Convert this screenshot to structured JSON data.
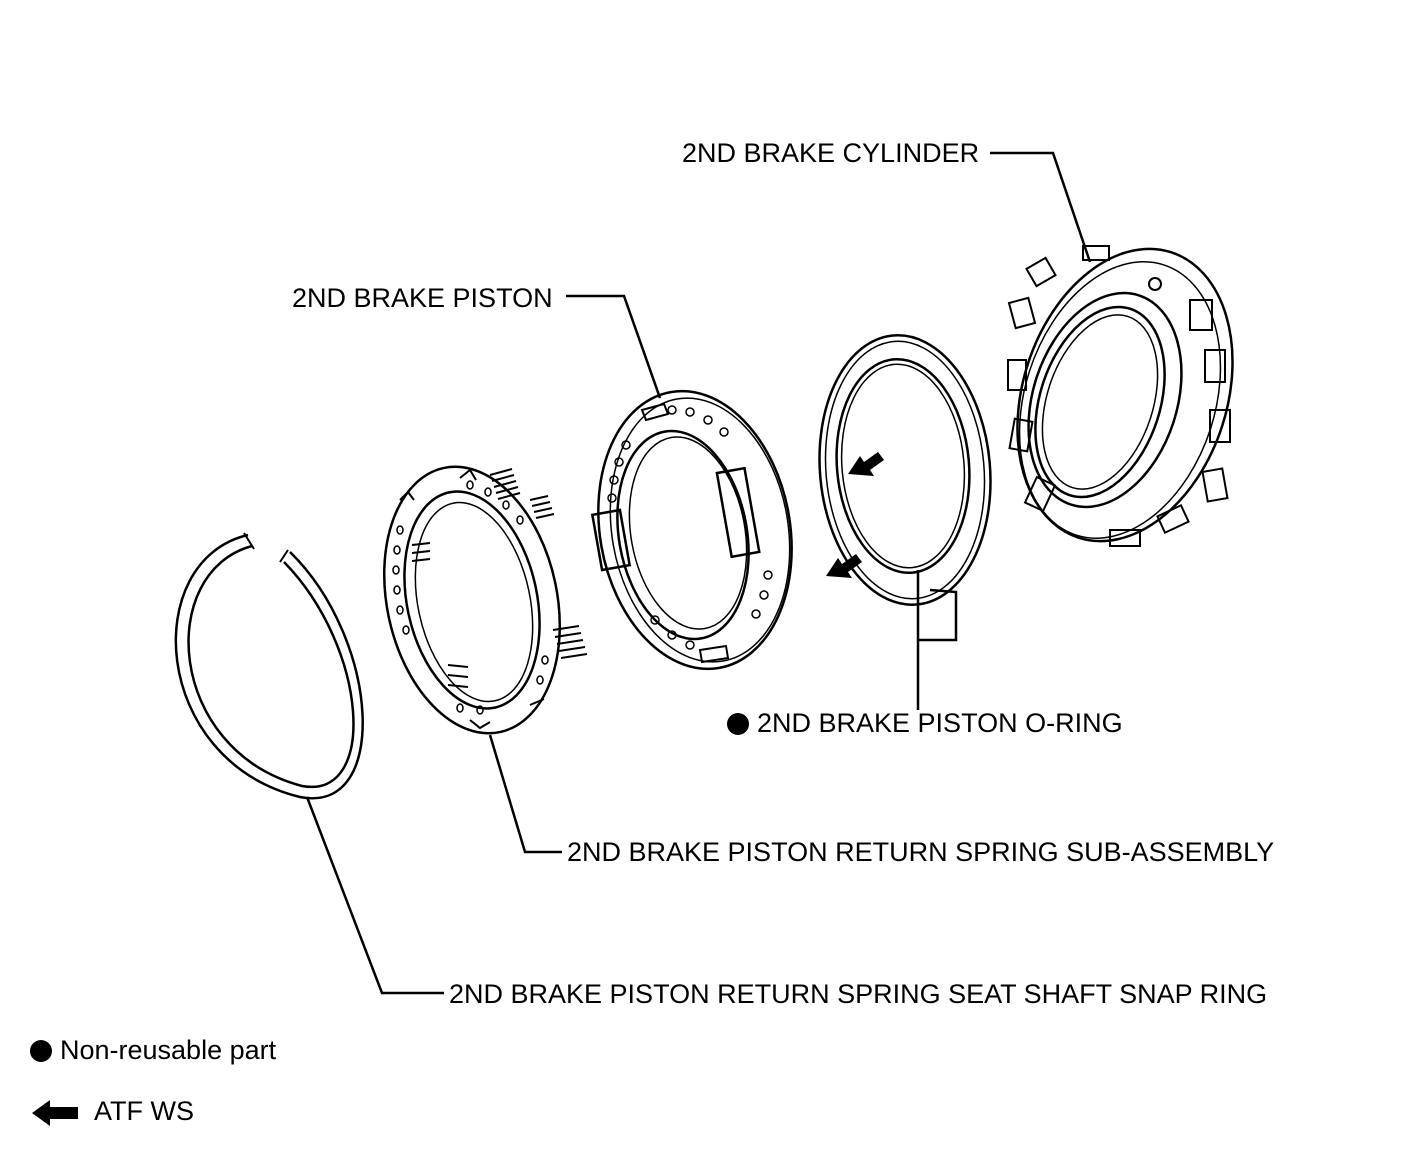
{
  "labels": {
    "cylinder": "2ND BRAKE CYLINDER",
    "piston": "2ND BRAKE PISTON",
    "oring": "2ND BRAKE PISTON O-RING",
    "return_spring": "2ND BRAKE PISTON RETURN SPRING SUB-ASSEMBLY",
    "snap_ring": "2ND BRAKE PISTON RETURN SPRING SEAT SHAFT SNAP RING"
  },
  "legend": {
    "non_reusable": "Non-reusable part",
    "atf": "ATF WS"
  }
}
